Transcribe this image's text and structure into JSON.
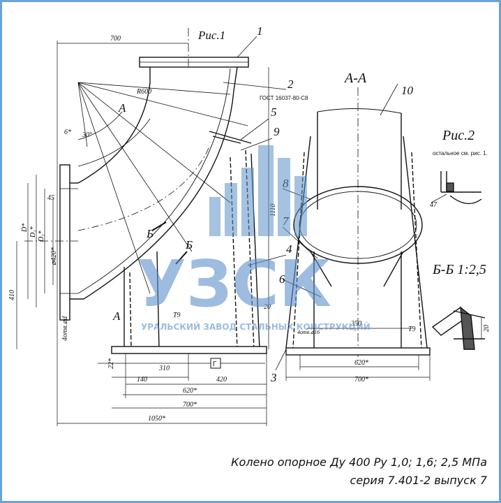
{
  "figure": {
    "fig1_label": "Рис.1",
    "fig2_label": "Рис.2",
    "section_aa": "А-А",
    "section_bb": "Б-Б 1:2,5",
    "fig2_note": "остальное см. рис. 1.",
    "gost": "ГОСТ 16037-80-С8",
    "label_a": "А",
    "label_b": "Б",
    "label_g": "Г",
    "callouts": [
      "1",
      "2",
      "3",
      "4",
      "5",
      "6",
      "7",
      "8",
      "9",
      "10"
    ],
    "dims": {
      "d700_top": "700",
      "r600": "R600",
      "ang30": "30°",
      "d1110": "1110",
      "d410": "410",
      "d45": "45",
      "d6": "6*",
      "d420": "⌀420*",
      "dd": "D*",
      "d1": "D₁*",
      "d2": "D₂*",
      "d22": "22*",
      "d310": "310",
      "d420b": "420",
      "d140": "140",
      "d620": "620*",
      "d700": "700*",
      "d1050": "1050*",
      "d20": "20",
      "d350": "350",
      "d620b": "620*",
      "d700b": "700*",
      "t9a": "T9",
      "t9b": "T9",
      "d20b": "20",
      "d47": "47",
      "holes": "4отв.⌀d",
      "holes2": "4отв.⌀16"
    }
  },
  "watermark": {
    "brand": "УЗСК",
    "subtitle": "УРАЛЬСКИЙ ЗАВОД СТАЛЬНЫХ КОНСТРУКЦИЙ"
  },
  "caption": {
    "line1": "Колено опорное Ду 400 Ру 1,0; 1,6; 2,5 МПа",
    "line2": "серия 7.401-2 выпуск 7"
  }
}
